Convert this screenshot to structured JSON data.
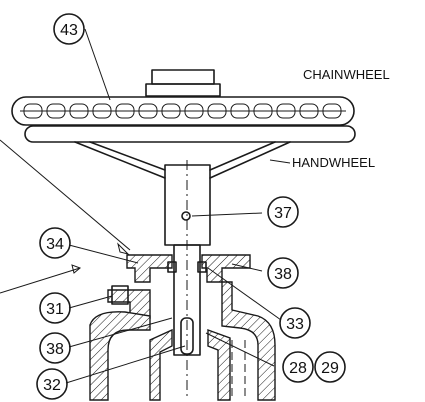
{
  "callouts": [
    {
      "id": "c43",
      "text": "43"
    },
    {
      "id": "c37",
      "text": "37"
    },
    {
      "id": "c34",
      "text": "34"
    },
    {
      "id": "c38a",
      "text": "38"
    },
    {
      "id": "c31",
      "text": "31"
    },
    {
      "id": "c33",
      "text": "33"
    },
    {
      "id": "c38b",
      "text": "38"
    },
    {
      "id": "c28",
      "text": "28"
    },
    {
      "id": "c29",
      "text": "29"
    },
    {
      "id": "c32",
      "text": "32"
    }
  ],
  "labels": {
    "chainwheel": "CHAINWHEEL",
    "handwheel": "HANDWHEEL"
  }
}
